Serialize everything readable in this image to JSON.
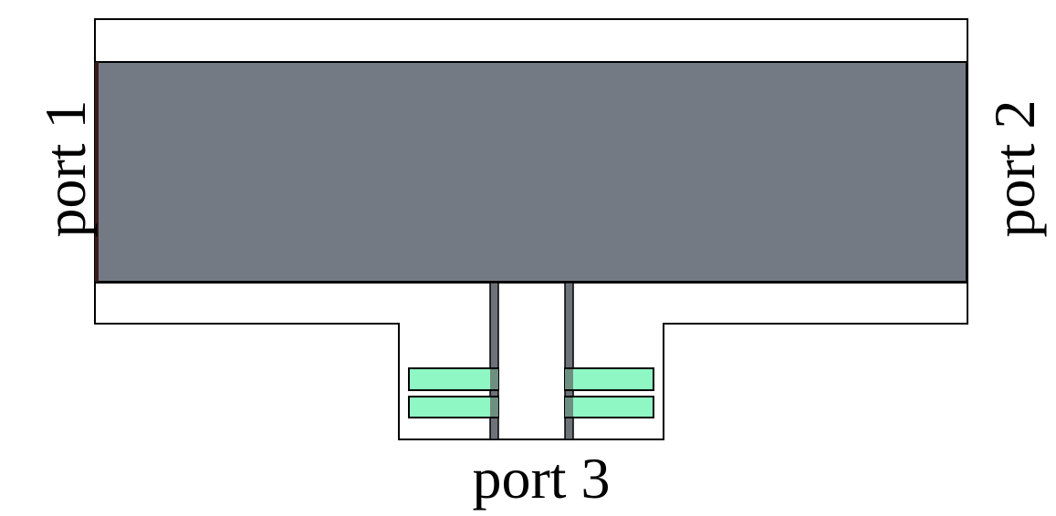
{
  "labels": {
    "port1": "port 1",
    "port2": "port 2",
    "port3": "port 3"
  },
  "colors": {
    "background": "#ffffff",
    "outline": "#000000",
    "waveguide_fill": "#747a83",
    "left_edge": "#3a1a1a",
    "strip": "#6e737a",
    "slab_fill": "#8ff7c4",
    "slab_overlap": "#6e8e80"
  }
}
